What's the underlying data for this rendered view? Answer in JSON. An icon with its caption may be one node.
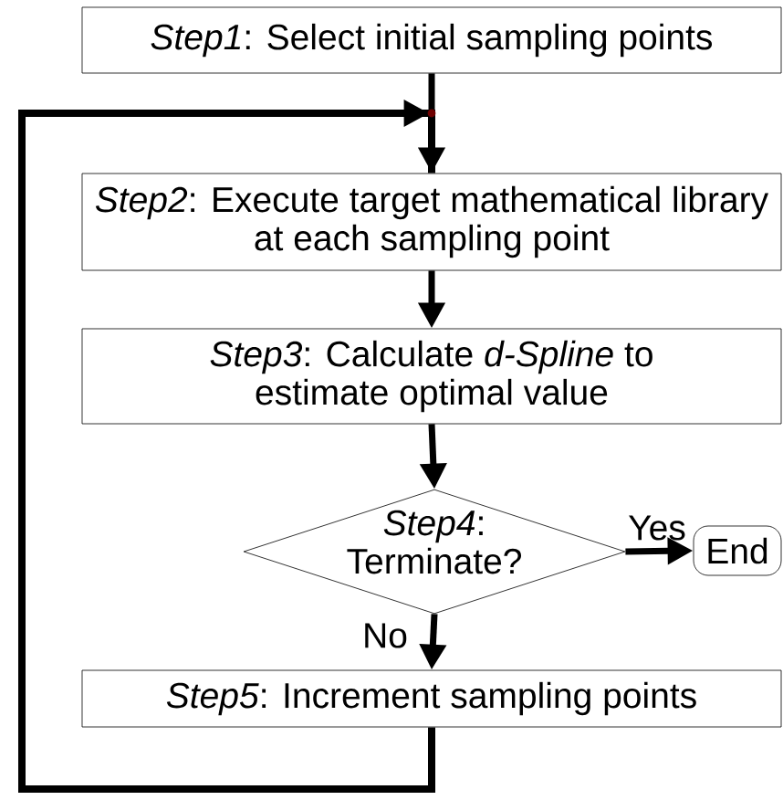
{
  "diagram": {
    "nodes": [
      {
        "text": [
          "*Step1*: Select initial sampling points"
        ]
      },
      {
        "text": [
          "*Step2*: Execute target mathematical library at each sampling point"
        ]
      },
      {
        "text": [
          "*Step3*: Calculate *d-Spline* to estimate optimal value"
        ]
      },
      {
        "text": [
          "*Step4*: Terminate?"
        ]
      },
      {
        "text": [
          "End"
        ]
      },
      {
        "text": [
          "*Step5*: Increment sampling points"
        ]
      }
    ],
    "edges": [
      {
        "from": 0,
        "to": 1,
        "arrow": "to"
      },
      {
        "from": 1,
        "to": 2,
        "arrow": "to"
      },
      {
        "from": 2,
        "to": 3,
        "arrow": "to"
      },
      {
        "from": 3,
        "to": 4,
        "arrow": "to",
        "label": "Yes"
      },
      {
        "from": 3,
        "to": 5,
        "arrow": "to",
        "label": "No"
      },
      {
        "from": 5,
        "to": 1,
        "arrow": "to"
      }
    ]
  }
}
